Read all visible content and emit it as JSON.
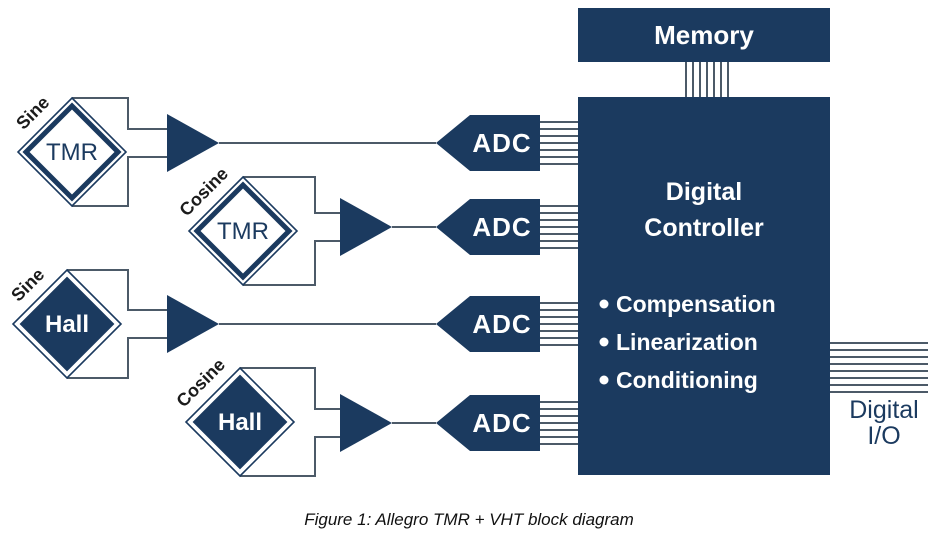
{
  "colors": {
    "navy": "#1b3a5f",
    "wire": "#4c5a68",
    "white": "#ffffff"
  },
  "memory": {
    "label": "Memory"
  },
  "controller": {
    "line1": "Digital",
    "line2": "Controller",
    "bullets": [
      "Compensation",
      "Linearization",
      "Conditioning"
    ]
  },
  "adc_labels": [
    "ADC",
    "ADC",
    "ADC",
    "ADC"
  ],
  "sensors": [
    {
      "signal": "Sine",
      "type": "TMR"
    },
    {
      "signal": "Cosine",
      "type": "TMR"
    },
    {
      "signal": "Sine",
      "type": "Hall"
    },
    {
      "signal": "Cosine",
      "type": "Hall"
    }
  ],
  "digital_io": {
    "line1": "Digital",
    "line2": "I/O"
  },
  "caption": "Figure 1: Allegro TMR + VHT block diagram"
}
